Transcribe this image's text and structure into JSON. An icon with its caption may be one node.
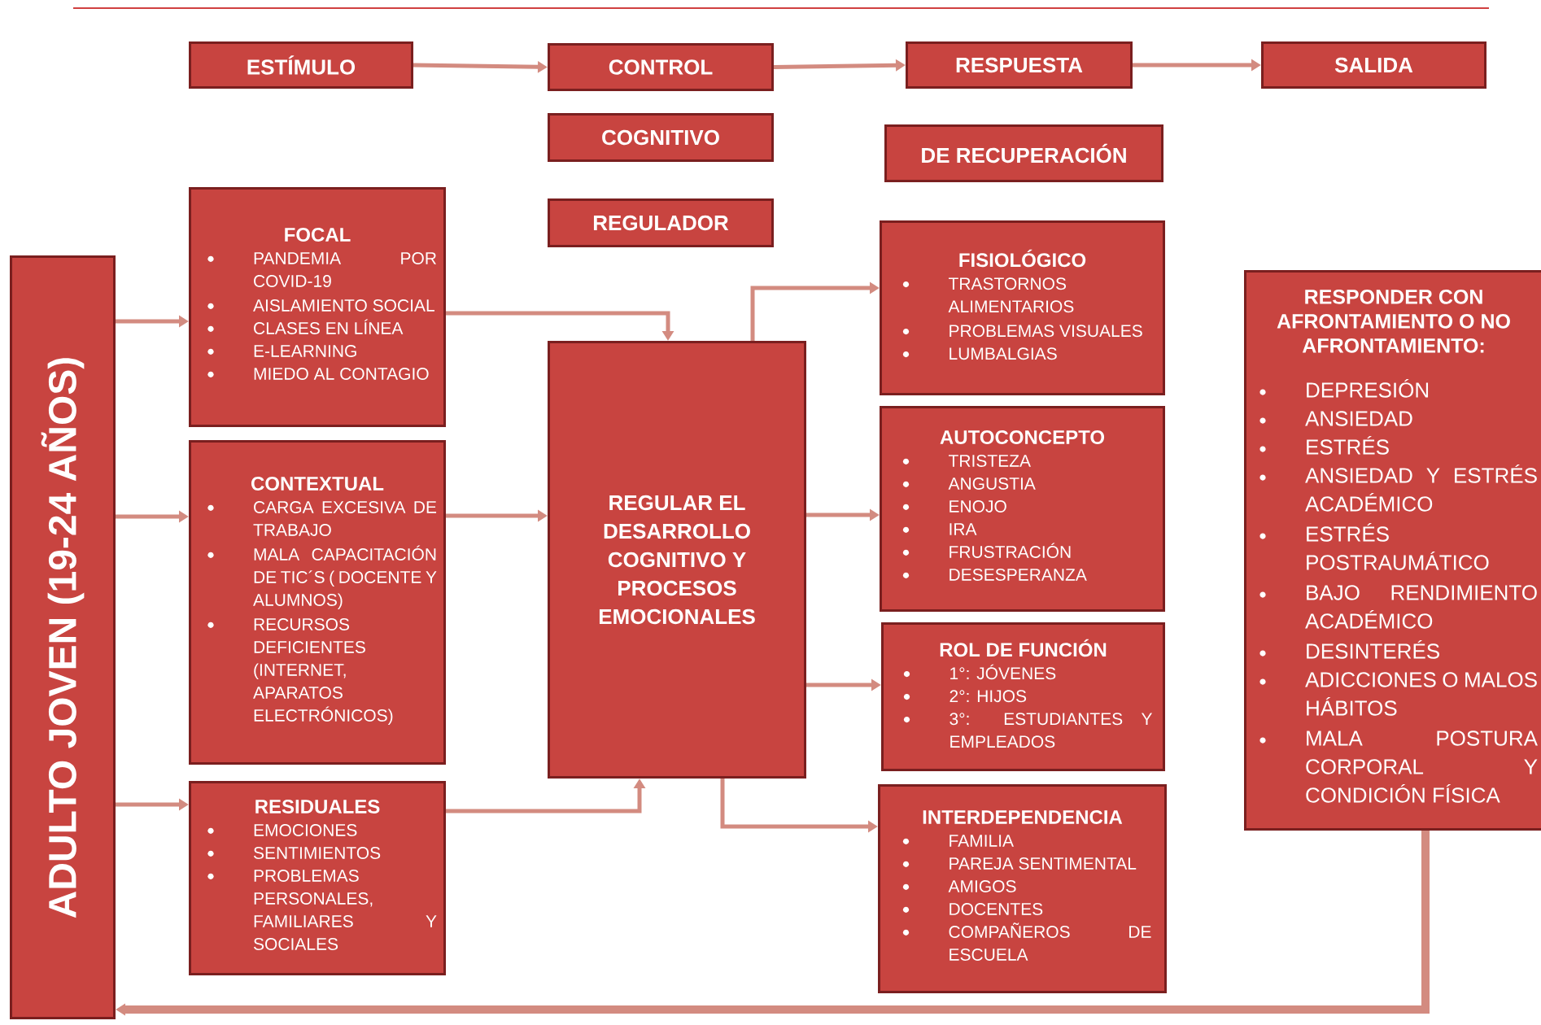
{
  "diagram": {
    "nodes": [
      {
        "text": [
          "ESTÍMULO"
        ]
      },
      {
        "text": [
          "CONTROL"
        ]
      },
      {
        "text": [
          "RESPUESTA"
        ]
      },
      {
        "text": [
          "SALIDA"
        ]
      },
      {
        "text": [
          "COGNITIVO"
        ]
      },
      {
        "text": [
          "DE RECUPERACIÓN"
        ]
      },
      {
        "text": [
          "REGULADOR"
        ]
      },
      {
        "text": [
          "ADULTO JOVEN (19-24 AÑOS)"
        ]
      },
      {
        "text": [
          "FOCAL",
          "PANDEMIA POR COVID-19",
          "AISLAMIENTO SOCIAL",
          "CLASES EN LÍNEA",
          "E-LEARNING",
          "MIEDO AL CONTAGIO"
        ]
      },
      {
        "text": [
          "CONTEXTUAL",
          "CARGA EXCESIVA DE TRABAJO",
          "MALA CAPACITACIÓN DE TIC´S ( DOCENTE Y ALUMNOS)",
          "RECURSOS DEFICIENTES (INTERNET, APARATOS ELECTRÓNICOS)"
        ]
      },
      {
        "text": [
          "RESIDUALES",
          "EMOCIONES",
          "SENTIMIENTOS",
          "PROBLEMAS PERSONALES, FAMILIARES Y SOCIALES"
        ]
      },
      {
        "text": [
          "REGULAR EL DESARROLLO COGNITIVO Y PROCESOS EMOCIONALES"
        ]
      },
      {
        "text": [
          "FISIOLÓGICO",
          "TRASTORNOS ALIMENTARIOS",
          "PROBLEMAS VISUALES",
          "LUMBALGIAS"
        ]
      },
      {
        "text": [
          "AUTOCONCEPTO",
          "TRISTEZA",
          "ANGUSTIA",
          "ENOJO",
          "IRA",
          "FRUSTRACIÓN",
          "DESESPERANZA"
        ]
      },
      {
        "text": [
          "ROL DE FUNCIÓN",
          "1°: JÓVENES",
          "2°: HIJOS",
          "3°: ESTUDIANTES Y EMPLEADOS"
        ]
      },
      {
        "text": [
          "INTERDEPENDENCIA",
          "FAMILIA",
          "PAREJA SENTIMENTAL",
          "AMIGOS",
          "DOCENTES",
          "COMPAÑEROS DE ESCUELA"
        ]
      },
      {
        "text": [
          "RESPONDER CON AFRONTAMIENTO O NO AFRONTAMIENTO:",
          "DEPRESIÓN",
          "ANSIEDAD",
          "ESTRÉS",
          "ANSIEDAD Y ESTRÉS ACADÉMICO",
          "ESTRÉS POSTRAUMÁTICO",
          "BAJO RENDIMIENTO ACADÉMICO",
          "DESINTERÉS",
          "ADICCIONES O MALOS HÁBITOS",
          "MALA POSTURA CORPORAL Y CONDICIÓN FÍSICA"
        ]
      }
    ],
    "edges": [
      {
        "from": 0,
        "to": 1,
        "arrow": "to"
      },
      {
        "from": 1,
        "to": 2,
        "arrow": "to"
      },
      {
        "from": 2,
        "to": 3,
        "arrow": "to"
      },
      {
        "from": 7,
        "to": 8,
        "arrow": "to"
      },
      {
        "from": 7,
        "to": 9,
        "arrow": "to"
      },
      {
        "from": 7,
        "to": 10,
        "arrow": "to"
      },
      {
        "from": 8,
        "to": 11,
        "arrow": "to"
      },
      {
        "from": 9,
        "to": 11,
        "arrow": "to"
      },
      {
        "from": 10,
        "to": 11,
        "arrow": "to"
      },
      {
        "from": 11,
        "to": 12,
        "arrow": "to"
      },
      {
        "from": 11,
        "to": 13,
        "arrow": "to"
      },
      {
        "from": 11,
        "to": 14,
        "arrow": "to"
      },
      {
        "from": 11,
        "to": 15,
        "arrow": "to"
      },
      {
        "from": 16,
        "to": 7,
        "arrow": "to",
        "style": "thick"
      }
    ]
  }
}
